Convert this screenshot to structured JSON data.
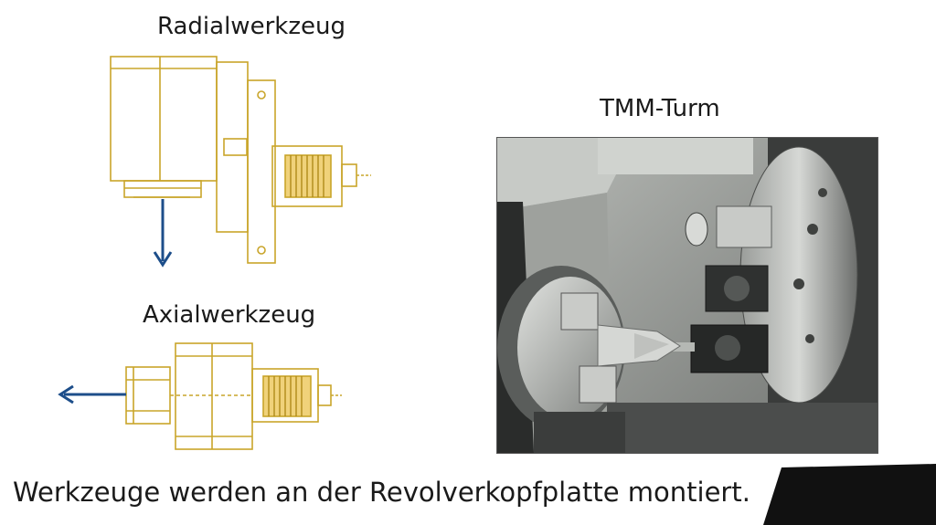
{
  "labels": {
    "radial": "Radialwerkzeug",
    "axial": "Axialwerkzeug",
    "turret": "TMM-Turm"
  },
  "caption": "Werkzeuge werden an der Revolverkopfplatte montiert.",
  "colors": {
    "drawing_line": "#c9a52a",
    "arrow": "#1d4e8a",
    "corner_block": "#111111"
  }
}
